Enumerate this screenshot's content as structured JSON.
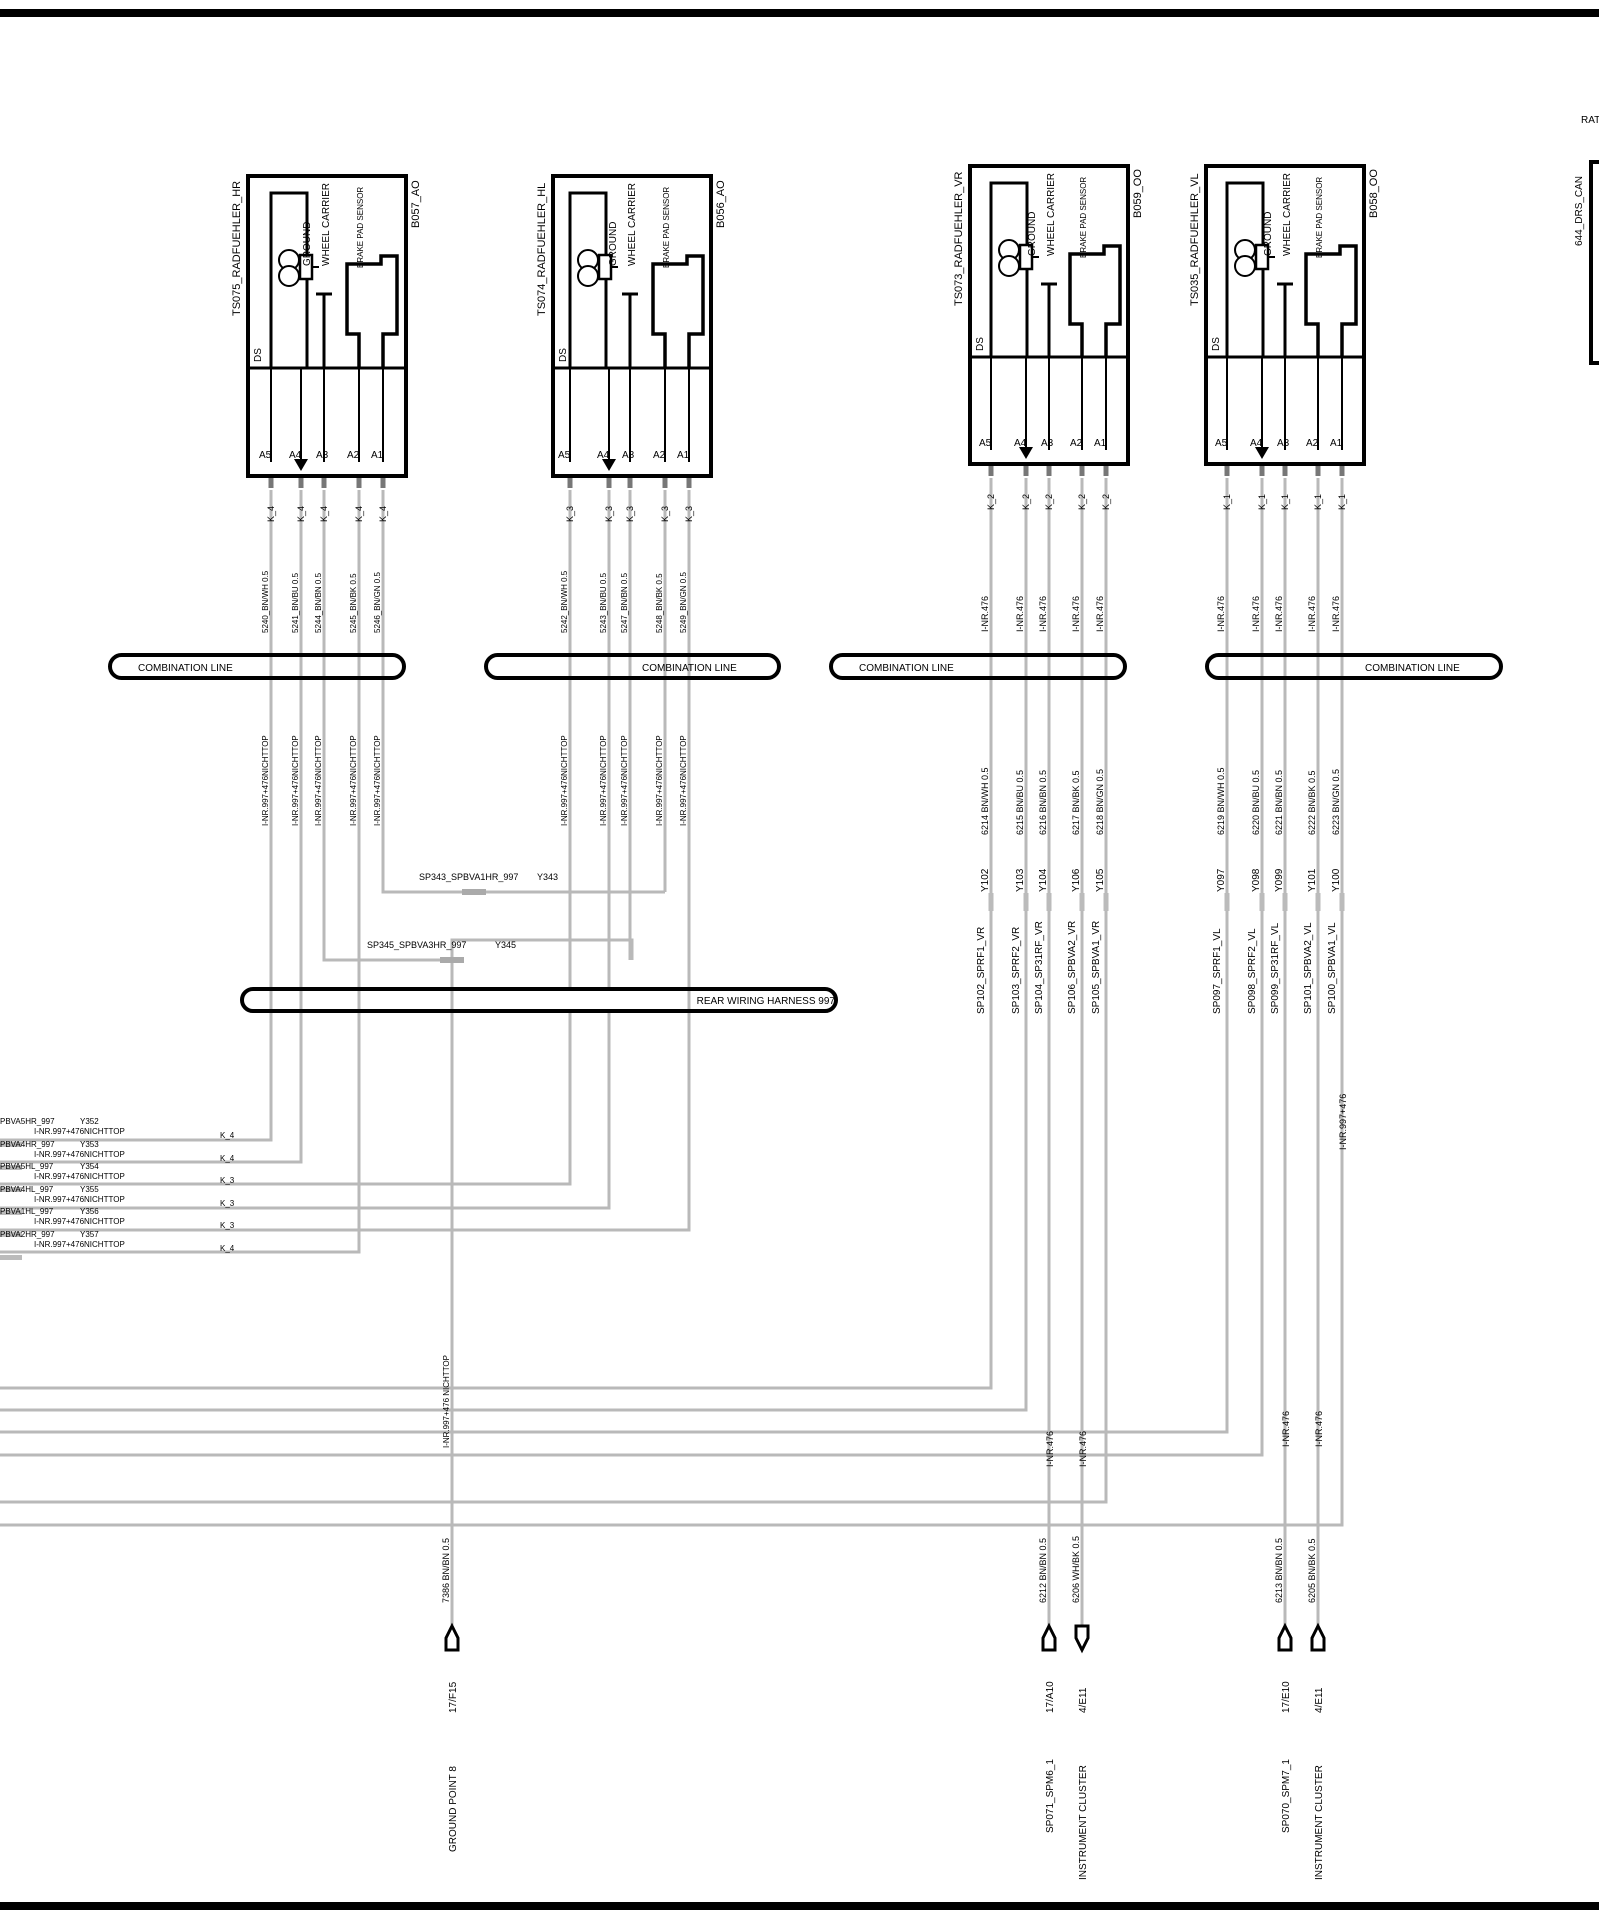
{
  "colors": {
    "wire": "#b9b9b9",
    "ink": "#000000",
    "background": "#ffffff"
  },
  "top_right_labels": {
    "rat": "RAT",
    "drs_can": "644_DRS_CAN"
  },
  "sensors": [
    {
      "name": "TS075_RADFUEHLER_HR",
      "code": "B057_AO",
      "ds": "DS",
      "ground": "GROUND",
      "carrier": "WHEEL CARRIER",
      "pad": "BRAKE PAD SENSOR",
      "pins": [
        "A5",
        "A4",
        "A3",
        "A2",
        "A1"
      ],
      "conn": [
        "K_4",
        "K_4",
        "K_4",
        "K_4",
        "K_4"
      ],
      "wires_top": [
        "5240_BN/WH 0.5",
        "5241_BN/BU 0.5",
        "5244_BN/BN 0.5",
        "5245_BN/BK 0.5",
        "5246_BN/GN 0.5"
      ],
      "wires_bottom": [
        "I-NR.997+476NICHTTOP",
        "I-NR.997+476NICHTTOP",
        "I-NR.997+476NICHTTOP",
        "I-NR.997+476NICHTTOP",
        "I-NR.997+476NICHTTOP"
      ],
      "splices": []
    },
    {
      "name": "TS074_RADFUEHLER_HL",
      "code": "B056_AO",
      "ds": "DS",
      "ground": "GROUND",
      "carrier": "WHEEL CARRIER",
      "pad": "BRAKE PAD SENSOR",
      "pins": [
        "A5",
        "A4",
        "A3",
        "A2",
        "A1"
      ],
      "conn": [
        "K_3",
        "K_3",
        "K_3",
        "K_3",
        "K_3"
      ],
      "wires_top": [
        "5242_BN/WH 0.5",
        "5243_BN/BU 0.5",
        "5247_BN/BN 0.5",
        "5248_BN/BK 0.5",
        "5249_BN/GN 0.5"
      ],
      "wires_bottom": [
        "I-NR.997+476NICHTTOP",
        "I-NR.997+476NICHTTOP",
        "I-NR.997+476NICHTTOP",
        "I-NR.997+476NICHTTOP",
        "I-NR.997+476NICHTTOP"
      ],
      "splices": []
    },
    {
      "name": "TS073_RADFUEHLER_VR",
      "code": "B059_OO",
      "ds": "DS",
      "ground": "GROUND",
      "carrier": "WHEEL CARRIER",
      "pad": "BRAKE PAD SENSOR",
      "pins": [
        "A5",
        "A4",
        "A3",
        "A2",
        "A1"
      ],
      "conn": [
        "K_2",
        "K_2",
        "K_2",
        "K_2",
        "K_2"
      ],
      "wires_top": [
        "I-NR.476",
        "I-NR.476",
        "I-NR.476",
        "I-NR.476",
        "I-NR.476"
      ],
      "wires_bottom": [
        "6214 BN/WH 0.5",
        "6215 BN/BU 0.5",
        "6216 BN/BN 0.5",
        "6217 BN/BK 0.5",
        "6218 BN/GN 0.5"
      ],
      "splices": [
        {
          "id": "Y102",
          "name": "SP102_SPRF1_VR"
        },
        {
          "id": "Y103",
          "name": "SP103_SPRF2_VR"
        },
        {
          "id": "Y104",
          "name": "SP104_SP31RF_VR"
        },
        {
          "id": "Y106",
          "name": "SP106_SPBVA2_VR"
        },
        {
          "id": "Y105",
          "name": "SP105_SPBVA1_VR"
        }
      ]
    },
    {
      "name": "TS035_RADFUEHLER_VL",
      "code": "B058_OO",
      "ds": "DS",
      "ground": "GROUND",
      "carrier": "WHEEL CARRIER",
      "pad": "BRAKE PAD SENSOR",
      "pins": [
        "A5",
        "A4",
        "A3",
        "A2",
        "A1"
      ],
      "conn": [
        "K_1",
        "K_1",
        "K_1",
        "K_1",
        "K_1"
      ],
      "wires_top": [
        "I-NR.476",
        "I-NR.476",
        "I-NR.476",
        "I-NR.476",
        "I-NR.476"
      ],
      "wires_bottom": [
        "6219 BN/WH 0.5",
        "6220 BN/BU 0.5",
        "6221 BN/BN 0.5",
        "6222 BN/BK 0.5",
        "6223 BN/GN 0.5"
      ],
      "splices": [
        {
          "id": "Y097",
          "name": "SP097_SPRF1_VL"
        },
        {
          "id": "Y098",
          "name": "SP098_SPRF2_VL"
        },
        {
          "id": "Y099",
          "name": "SP099_SP31RF_VL"
        },
        {
          "id": "Y101",
          "name": "SP101_SPBVA2_VL"
        },
        {
          "id": "Y100",
          "name": "SP100_SPBVA1_VL"
        }
      ]
    }
  ],
  "harness_labels": {
    "combination_line": "COMBINATION LINE",
    "rear_harness": "REAR WIRING HARNESS 997"
  },
  "mid_splices": [
    {
      "name": "SP343_SPBVA1HR_997",
      "id": "Y343"
    },
    {
      "name": "SP345_SPBVA3HR_997",
      "id": "Y345"
    }
  ],
  "left_rows": [
    {
      "name": "PBVA5HR_997",
      "id": "Y352",
      "wire": "I-NR.997+476NICHTTOP",
      "conn": "K_4"
    },
    {
      "name": "PBVA4HR_997",
      "id": "Y353",
      "wire": "I-NR.997+476NICHTTOP",
      "conn": "K_4"
    },
    {
      "name": "PBVA5HL_997",
      "id": "Y354",
      "wire": "I-NR.997+476NICHTTOP",
      "conn": "K_3"
    },
    {
      "name": "PBVA4HL_997",
      "id": "Y355",
      "wire": "I-NR.997+476NICHTTOP",
      "conn": "K_3"
    },
    {
      "name": "PBVA1HL_997",
      "id": "Y356",
      "wire": "I-NR.997+476NICHTTOP",
      "conn": "K_3"
    },
    {
      "name": "PBVA2HR_997",
      "id": "Y357",
      "wire": "I-NR.997+476NICHTTOP",
      "conn": "K_4"
    }
  ],
  "misc_wire_labels": {
    "ground_feed": "I-NR.997+476 NICHTTOP",
    "vl_a1_feed": "I-NR.997+476",
    "ir476": "I-NR.476"
  },
  "terminals": [
    {
      "wire": "7386 BN/BN 0.5",
      "ref": "17/F15",
      "target": "GROUND POINT 8"
    },
    {
      "wire": "6212 BN/BN 0.5",
      "ref": "17/A10",
      "target": "SP071_SPM6_1"
    },
    {
      "wire": "6206 WH/BK 0.5",
      "ref": "4/E11",
      "target": "INSTRUMENT CLUSTER"
    },
    {
      "wire": "6213 BN/BN 0.5",
      "ref": "17/E10",
      "target": "SP070_SPM7_1"
    },
    {
      "wire": "6205 BN/BK 0.5",
      "ref": "4/E11",
      "target": "INSTRUMENT CLUSTER"
    }
  ]
}
